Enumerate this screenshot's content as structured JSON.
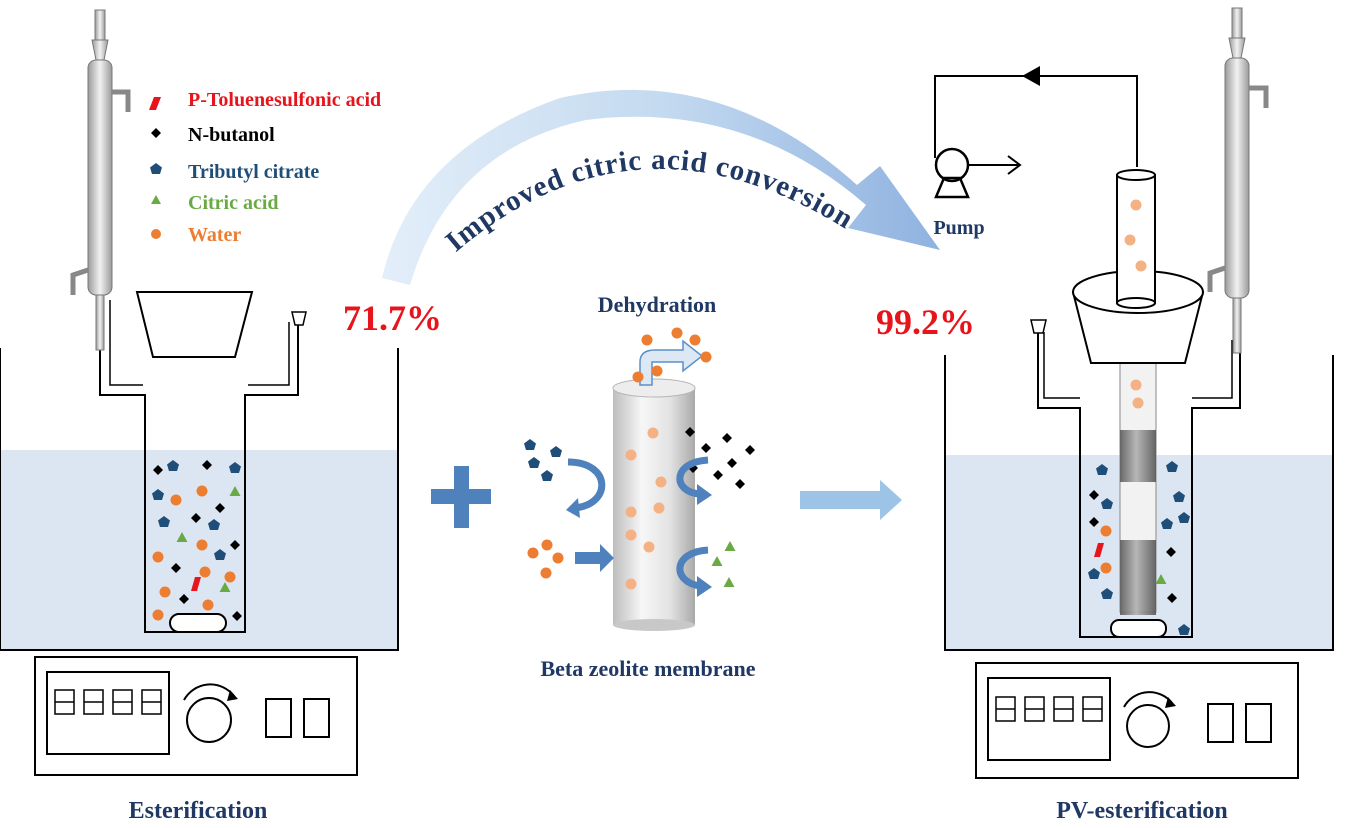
{
  "legend": [
    {
      "label": "P-Toluenesulfonic acid",
      "color": "#e8141b",
      "marker": "parallelogram"
    },
    {
      "label": "N-butanol",
      "color": "#000000",
      "marker": "diamond"
    },
    {
      "label": "Tributyl citrate",
      "color": "#1f4e79",
      "marker": "pentagon"
    },
    {
      "label": "Citric acid",
      "color": "#6aaa45",
      "marker": "triangle"
    },
    {
      "label": "Water",
      "color": "#ed7d31",
      "marker": "circle"
    }
  ],
  "arc_text": "Improved citric acid conversion",
  "conversion_left": "71.7%",
  "conversion_right": "99.2%",
  "dehydration_label": "Dehydration",
  "membrane_label": "Beta zeolite membrane",
  "pump_label": "Pump",
  "left_caption": "Esterification",
  "right_caption": "PV-esterification",
  "colors": {
    "accent": "#e8141b",
    "navy": "#1f3864",
    "bath": "#dbe6f2",
    "arrow": "#9dc3e6",
    "plus": "#4f81bd"
  }
}
